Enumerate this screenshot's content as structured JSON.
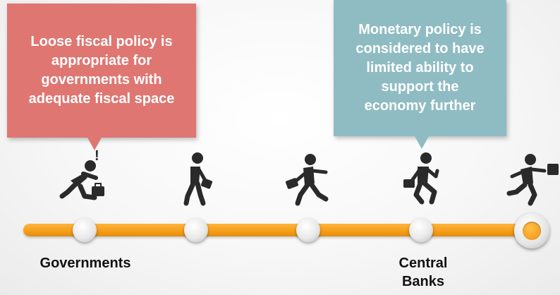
{
  "colors": {
    "callout_left": "#df7672",
    "callout_right": "#8fbcc3",
    "track": "#f59d1a",
    "figure": "#2a2a2a"
  },
  "callouts": {
    "left": {
      "lines": [
        "Loose fiscal policy is",
        "appropriate for",
        "governments with",
        "adequate fiscal space"
      ]
    },
    "right": {
      "lines": [
        "Monetary policy is",
        "considered to have",
        "limited ability to",
        "support the",
        "economy further"
      ]
    }
  },
  "figures": [
    "crouching-businessman-icon",
    "walking-businessman-icon",
    "striding-businessman-icon",
    "jogging-businessman-icon",
    "running-businessman-icon"
  ],
  "labels": {
    "governments": [
      "Governments"
    ],
    "central_banks": [
      "Central",
      "Banks"
    ]
  },
  "exclamation": "!"
}
